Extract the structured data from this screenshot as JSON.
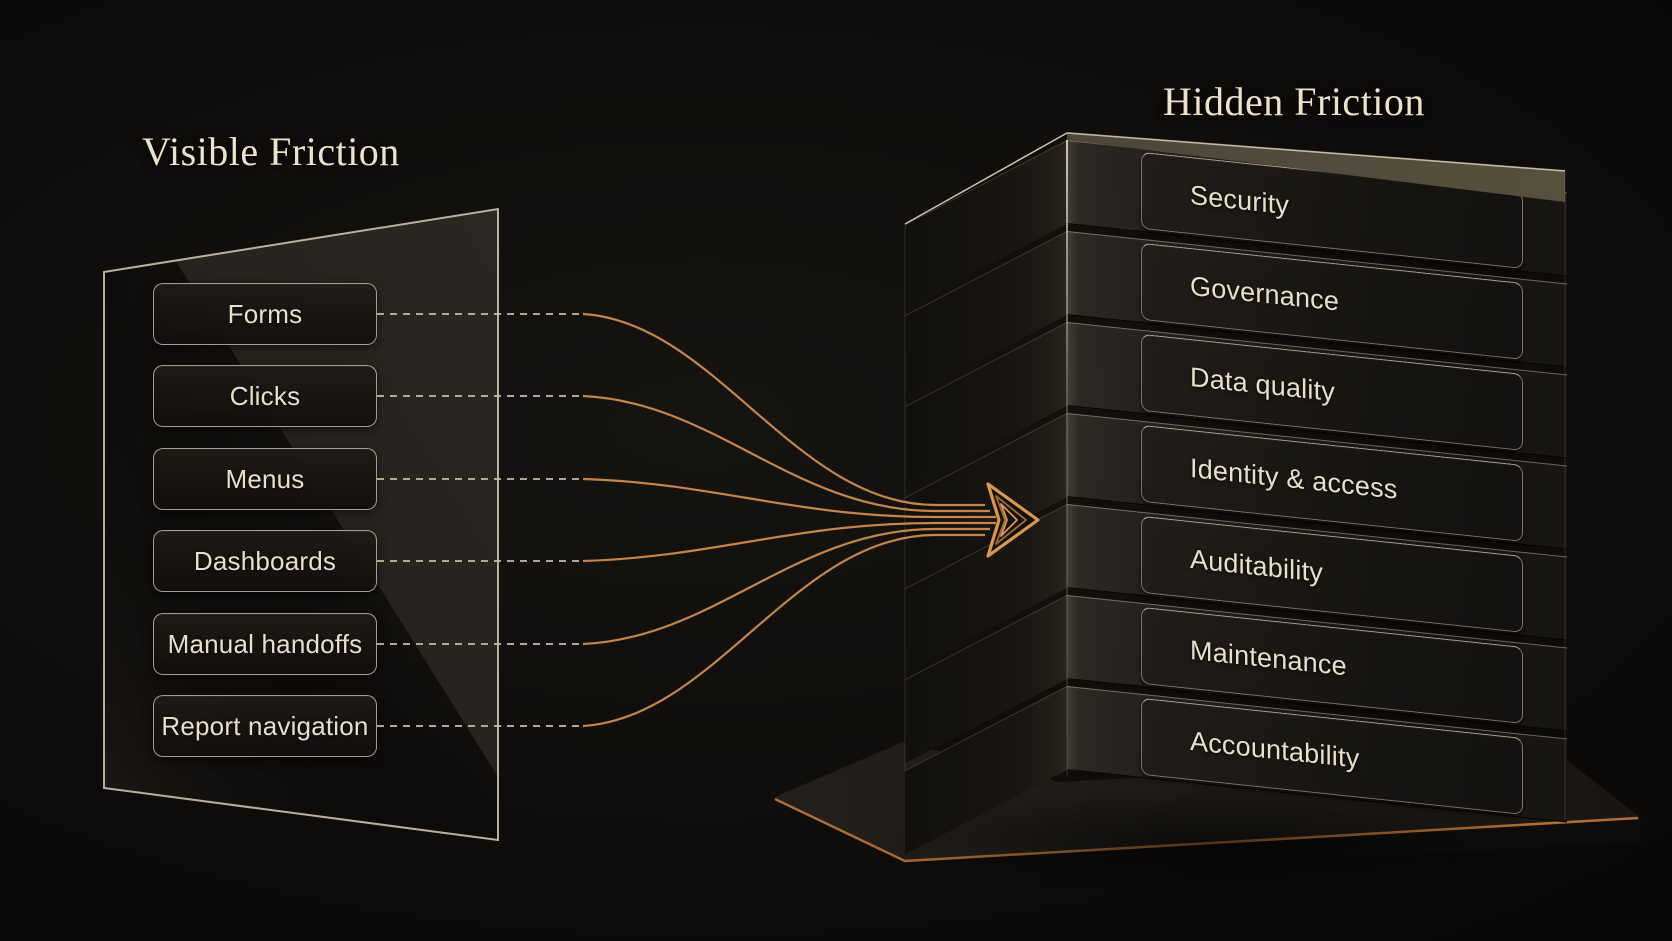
{
  "left_panel": {
    "title": "Visible Friction",
    "items": [
      {
        "label": "Forms"
      },
      {
        "label": "Clicks"
      },
      {
        "label": "Menus"
      },
      {
        "label": "Dashboards"
      },
      {
        "label": "Manual handoffs"
      },
      {
        "label": "Report navigation"
      }
    ]
  },
  "stack": {
    "title": "Hidden Friction",
    "layers": [
      {
        "label": "Security"
      },
      {
        "label": "Governance"
      },
      {
        "label": "Data quality"
      },
      {
        "label": "Identity & access"
      },
      {
        "label": "Auditability"
      },
      {
        "label": "Maintenance"
      },
      {
        "label": "Accountability"
      }
    ]
  },
  "flow": {
    "description": "six dashed connectors converge into copper arrow pointing at stack",
    "connector_count": 6
  },
  "colors": {
    "background": "#0d0c0b",
    "copper_accent": "#c6854a",
    "copper_bright": "#d9974f",
    "cream_text": "#ece2cb",
    "panel_border": "#d6ccb6",
    "slab_face": "#1d1b18",
    "plaque_face": "#171512"
  }
}
